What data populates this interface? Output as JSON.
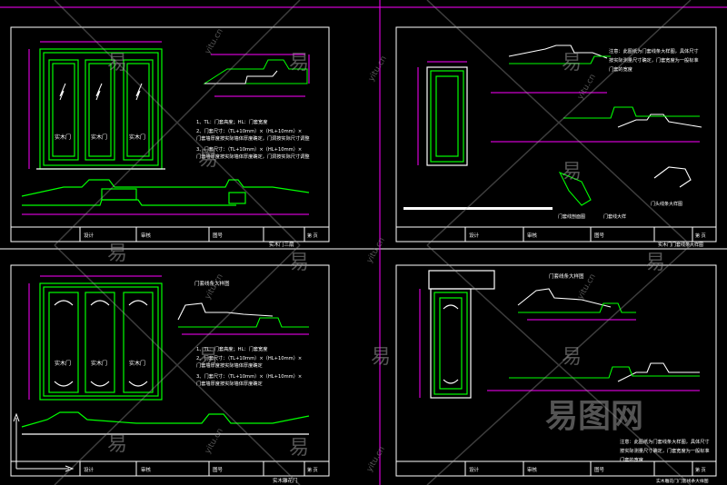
{
  "colors": {
    "background": "#000000",
    "frame": "#ffffff",
    "pen_green": "#00ff00",
    "pen_magenta": "#ff00ff",
    "pen_yellow": "#ffff00",
    "pen_cyan": "#00ffff",
    "watermark": "#9a9a9a"
  },
  "watermark": {
    "site": "yitu.cn",
    "glyph": "易",
    "logo_text": "易图网"
  },
  "sheets": [
    {
      "id": "top-left",
      "door_labels": [
        "实木门",
        "实木门",
        "实木门"
      ],
      "notes": [
        "1、TL：门套高度；HL：门套宽度",
        "2、门套尺寸：（TL+10mm）×（HL+10mm）×",
        "门套墙厚度按实际墙体厚度确定，门洞按实际尺寸调整",
        "3、门套尺寸：（TL+10mm）×（HL+10mm）×",
        "门套墙厚度按实际墙体厚度确定，门洞按实际尺寸调整"
      ],
      "title_block": {
        "designer": "设计",
        "check": "审核",
        "drawing_no": "图号",
        "sheet": "第  页",
        "drawing_name": "实木门三扇"
      }
    },
    {
      "id": "top-right",
      "notes_right": [
        "注意：此图纸为门套线条大样图，具体尺寸",
        "按实际测量尺寸确定，门套宽度为一般标准",
        "门套的宽度"
      ],
      "section_labels": [
        "门套线剖面图",
        "门套线大样",
        "门头线条大样图"
      ],
      "title_block": {
        "designer": "设计",
        "check": "审核",
        "drawing_no": "图号",
        "sheet": "第  页",
        "drawing_name": "实木门门套线条大样图"
      }
    },
    {
      "id": "bottom-left",
      "callout": "门套线条大样图",
      "door_labels": [
        "实木门",
        "实木门",
        "实木门"
      ],
      "notes": [
        "1、TL：门套高度；HL：门套宽度",
        "2、门套尺寸：（TL+10mm）×（HL+10mm）×",
        "门套墙厚度按实际墙体厚度确定",
        "3、门套尺寸：（TL+10mm）×（HL+10mm）×",
        "门套墙厚度按实际墙体厚度确定"
      ],
      "title_block": {
        "designer": "设计",
        "check": "审核",
        "drawing_no": "图号",
        "sheet": "第  页",
        "drawing_name": "实木雕花门"
      }
    },
    {
      "id": "bottom-right",
      "callout": "门套线条大样图",
      "notes_right": [
        "注意：此图纸为门套线条大样图，具体尺寸",
        "按实际测量尺寸确定，门套宽度为一般标准",
        "门套的宽度"
      ],
      "title_block": {
        "designer": "设计",
        "check": "审核",
        "drawing_no": "图号",
        "sheet": "第  页",
        "drawing_name": "实木雕花门门套线条大样图"
      }
    }
  ]
}
